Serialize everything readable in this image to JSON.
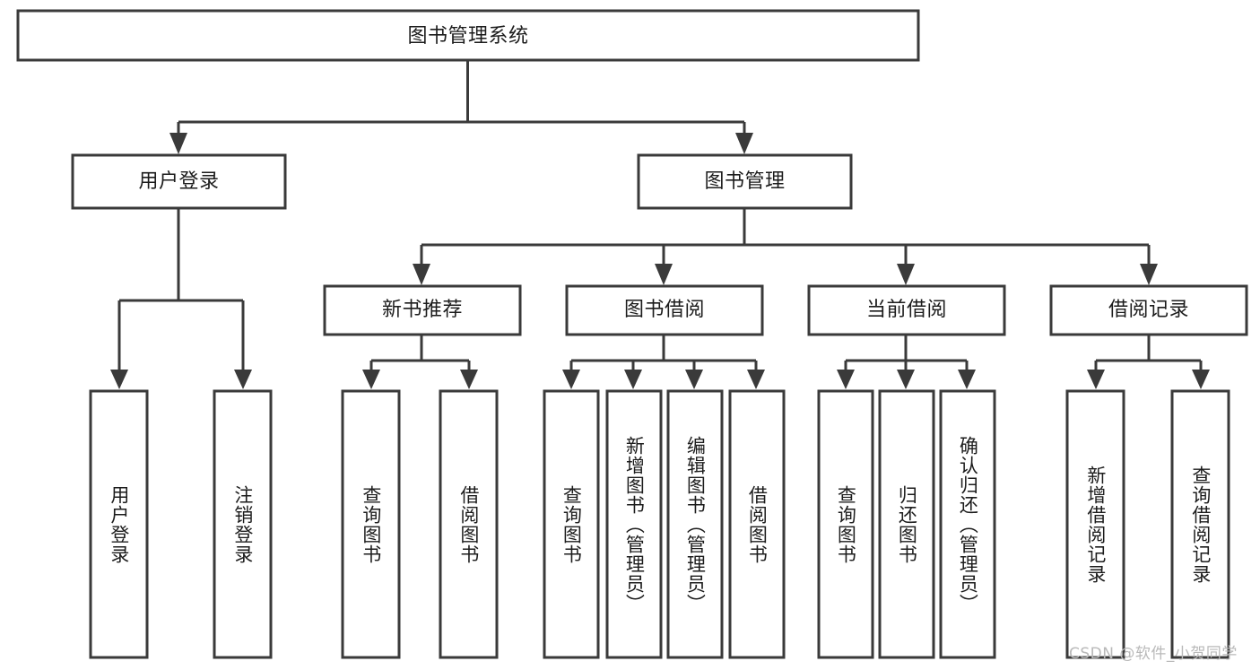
{
  "diagram": {
    "title": "图书管理系统",
    "type": "tree-hierarchy-chart",
    "watermark": "CSDN @软件_小贺同学",
    "colors": {
      "stroke": "#3a3a3a",
      "fill": "#ffffff",
      "text": "#1c1c1c",
      "watermark": "#b9b9b9"
    },
    "root": {
      "label": "图书管理系统"
    },
    "level1": [
      {
        "label": "用户登录"
      },
      {
        "label": "图书管理"
      }
    ],
    "level2": [
      {
        "label": "新书推荐"
      },
      {
        "label": "图书借阅"
      },
      {
        "label": "当前借阅"
      },
      {
        "label": "借阅记录"
      }
    ],
    "leaves": {
      "user_login": [
        {
          "label": "用户登录"
        },
        {
          "label": "注销登录"
        }
      ],
      "new_book_recommend": [
        {
          "label": "查询图书"
        },
        {
          "label": "借阅图书"
        }
      ],
      "book_borrow": [
        {
          "label": "查询图书"
        },
        {
          "label": "新增图书（管理员）"
        },
        {
          "label": "编辑图书（管理员）"
        },
        {
          "label": "借阅图书"
        }
      ],
      "current_borrow": [
        {
          "label": "查询图书"
        },
        {
          "label": "归还图书"
        },
        {
          "label": "确认归还（管理员）"
        }
      ],
      "borrow_record": [
        {
          "label": "新增借阅记录"
        },
        {
          "label": "查询借阅记录"
        }
      ]
    }
  }
}
